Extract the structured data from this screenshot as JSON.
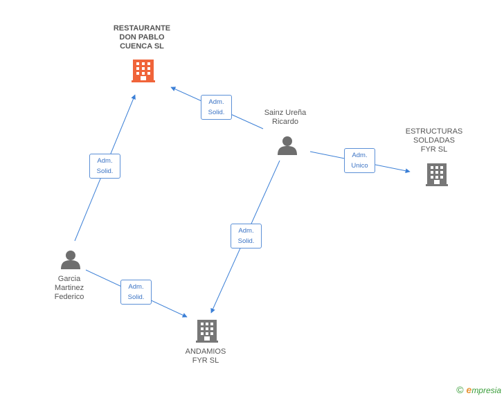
{
  "nodes": {
    "restaurante": {
      "label": "RESTAURANTE\nDON PABLO\nCUENCA SL",
      "kind": "company-main"
    },
    "sainz": {
      "label": "Sainz Ureña\nRicardo",
      "kind": "person"
    },
    "estructuras": {
      "label": "ESTRUCTURAS\nSOLDADAS\nFYR SL",
      "kind": "company"
    },
    "garcia": {
      "label": "Garcia\nMartinez\nFederico",
      "kind": "person"
    },
    "andamios": {
      "label": "ANDAMIOS\nFYR SL",
      "kind": "company"
    }
  },
  "edges": [
    {
      "id": "e1",
      "label": "Adm.\nSolid."
    },
    {
      "id": "e2",
      "label": "Adm.\nUnico"
    },
    {
      "id": "e3",
      "label": "Adm.\nSolid."
    },
    {
      "id": "e4",
      "label": "Adm.\nSolid."
    },
    {
      "id": "e5",
      "label": "Adm.\nSolid."
    }
  ],
  "colors": {
    "edge": "#3b7fd6",
    "company_main": "#f0643a",
    "company": "#777777",
    "person": "#6e6e6e"
  },
  "footer": {
    "copyright_symbol": "©",
    "brand_initial": "e",
    "brand_rest": "mpresia"
  }
}
